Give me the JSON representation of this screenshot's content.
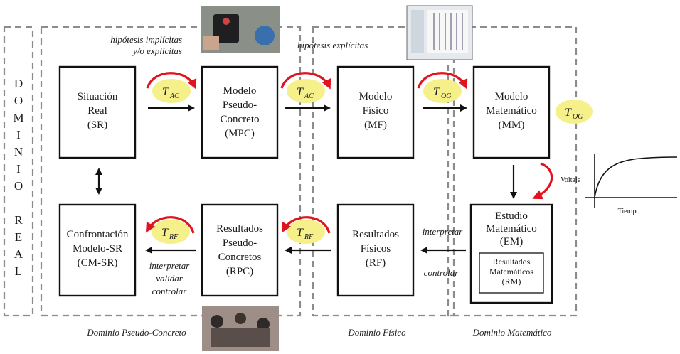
{
  "domain_real": {
    "letters_dominio": [
      "D",
      "O",
      "M",
      "I",
      "N",
      "I",
      "O"
    ],
    "letters_real": [
      "R",
      "E",
      "A",
      "L"
    ]
  },
  "hypotheses": {
    "implicit_line1": "hipótesis implícitas",
    "implicit_line2": "y/o explícitas",
    "explicit": "hipótesis explícitas"
  },
  "boxes": {
    "sr": [
      "Situación",
      "Real",
      "(SR)"
    ],
    "mpc": [
      "Modelo",
      "Pseudo-",
      "Concreto",
      "(MPC)"
    ],
    "mf": [
      "Modelo",
      "Físico",
      "(MF)"
    ],
    "mm": [
      "Modelo",
      "Matemático",
      "(MM)"
    ],
    "cmsr": [
      "Confrontación",
      "Modelo-SR",
      "(CM-SR)"
    ],
    "rpc": [
      "Resultados",
      "Pseudo-",
      "Concretos",
      "(RPC)"
    ],
    "rf": [
      "Resultados",
      "Físicos",
      "(RF)"
    ],
    "em": [
      "Estudio",
      "Matemático",
      "(EM)"
    ],
    "rm": [
      "Resultados",
      "Matemáticos",
      "(RM)"
    ]
  },
  "transforms": {
    "t_ac_1": {
      "base": "T",
      "sub": "AC"
    },
    "t_ac_2": {
      "base": "T",
      "sub": "AC"
    },
    "t_og_1": {
      "base": "T",
      "sub": "OG"
    },
    "t_og_2": {
      "base": "T",
      "sub": "OG"
    },
    "t_rf_1": {
      "base": "T",
      "sub": "RF"
    },
    "t_rf_2": {
      "base": "T",
      "sub": "RF"
    }
  },
  "arrow_labels": {
    "interpretar_right": "interpretar",
    "controlar_right": "controlar",
    "cmsr_line1": "interpretar",
    "cmsr_line2": "validar",
    "cmsr_line3": "controlar"
  },
  "graph": {
    "ylabel": "Voltaje",
    "xlabel": "Tiempo"
  },
  "domains": {
    "pseudo": "Dominio Pseudo-Concreto",
    "fisico": "Dominio Físico",
    "matematico": "Dominio Matemático"
  },
  "colors": {
    "ellipse": "#f5f08a",
    "red_arrow": "#e0141e",
    "dash": "#8c8c8c"
  }
}
